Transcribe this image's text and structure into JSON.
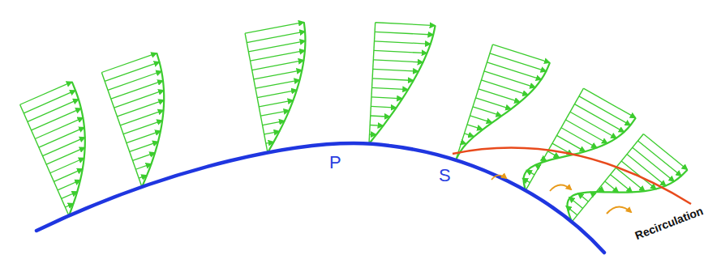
{
  "diagram": {
    "labels": [
      "P",
      "S",
      "Recirculation"
    ]
  }
}
